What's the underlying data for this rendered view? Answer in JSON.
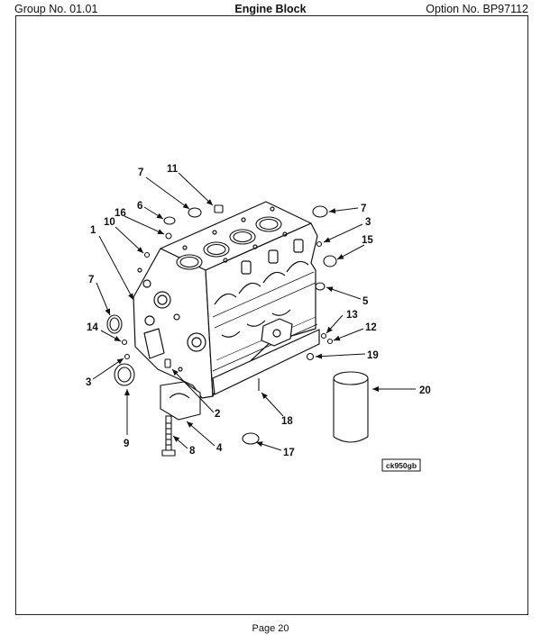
{
  "header": {
    "group": "Group No. 01.01",
    "title": "Engine Block",
    "option": "Option No. BP97112"
  },
  "diagram": {
    "part_numbers": [
      "1",
      "2",
      "3",
      "3",
      "4",
      "5",
      "6",
      "7",
      "7",
      "7",
      "8",
      "9",
      "10",
      "11",
      "12",
      "13",
      "14",
      "15",
      "16",
      "17",
      "18",
      "19",
      "20"
    ],
    "reference_code": "ck950gb"
  },
  "footer": {
    "page": "Page 20"
  }
}
